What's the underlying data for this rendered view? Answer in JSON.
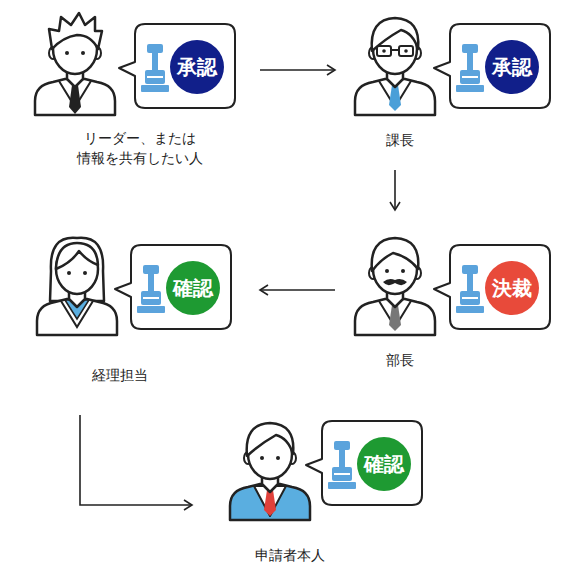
{
  "diagram": {
    "nodes": [
      {
        "text": [
          "リーダー、または 情報を共有したい人"
        ]
      },
      {
        "text": [
          "承認"
        ],
        "in": 0
      },
      {
        "text": [
          "課長"
        ]
      },
      {
        "text": [
          "承認"
        ],
        "in": 2
      },
      {
        "text": [
          "部長"
        ]
      },
      {
        "text": [
          "決裁"
        ],
        "in": 4
      },
      {
        "text": [
          "経理担当"
        ]
      },
      {
        "text": [
          "確認"
        ],
        "in": 6
      },
      {
        "text": [
          "申請者本人"
        ]
      },
      {
        "text": [
          "確認"
        ],
        "in": 8
      }
    ],
    "edges": [
      {
        "from": 0,
        "to": 2,
        "arrow": "to"
      },
      {
        "from": 2,
        "to": 4,
        "arrow": "to"
      },
      {
        "from": 4,
        "to": 6,
        "arrow": "to"
      },
      {
        "from": 6,
        "to": 8,
        "arrow": "to"
      }
    ]
  }
}
